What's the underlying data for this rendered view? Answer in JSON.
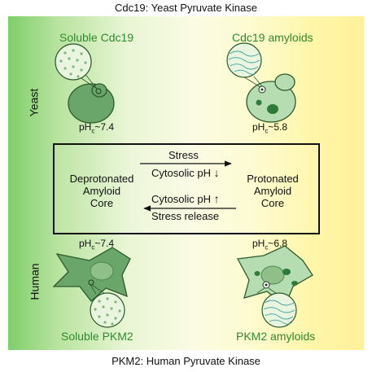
{
  "title_top": "Cdc19: Yeast Pyruvate Kinase",
  "title_bottom": "PKM2: Human Pyruvate Kinase",
  "rows": {
    "yeast": "Yeast",
    "human": "Human"
  },
  "yeast": {
    "left_label": "Soluble Cdc19",
    "right_label": "Cdc19 amyloids",
    "left_ph_prefix": "pH",
    "left_ph_sub": "c",
    "left_ph_value": "~7.4",
    "right_ph_prefix": "pH",
    "right_ph_sub": "c",
    "right_ph_value": "~5.8"
  },
  "human": {
    "left_label": "Soluble PKM2",
    "right_label": "PKM2 amyloids",
    "left_ph_prefix": "pH",
    "left_ph_sub": "c",
    "left_ph_value": "~7.4",
    "right_ph_prefix": "pH",
    "right_ph_sub": "c",
    "right_ph_value": "~6.8"
  },
  "box": {
    "left_state": [
      "Deprotonated",
      "Amyloid",
      "Core"
    ],
    "right_state": [
      "Protonated",
      "Amyloid",
      "Core"
    ],
    "top_arrow_label": "Stress",
    "top_arrow_sub": "Cytosolic pH",
    "bottom_arrow_sub": "Cytosolic pH",
    "bottom_arrow_label": "Stress release",
    "down_arrow": "↓",
    "up_arrow": "↑"
  },
  "colors": {
    "cell_fill": "#6aa66a",
    "cell_fill_light": "#b6dcb1",
    "outline": "#2d5a2d",
    "label_green": "#2f8a2f"
  }
}
